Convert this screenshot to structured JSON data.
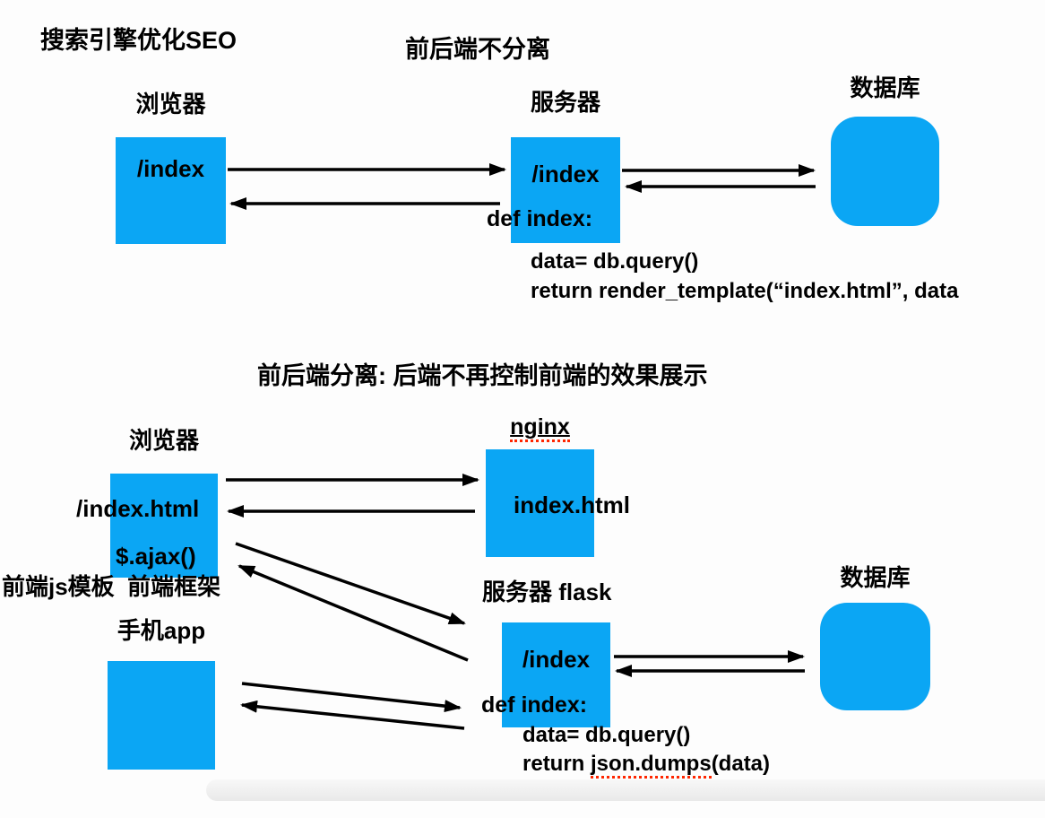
{
  "colors": {
    "box_blue": "#0ba6f4",
    "spellcheck_red": "#ff2600"
  },
  "section1": {
    "seo_heading": "搜索引擎优化SEO",
    "title": "前后端不分离",
    "browser": {
      "label": "浏览器",
      "path": "/index"
    },
    "server": {
      "label": "服务器",
      "path": "/index",
      "code": [
        "def index:",
        "data= db.query()",
        "return render_template(“index.html”, data"
      ]
    },
    "database": {
      "label": "数据库"
    }
  },
  "section2": {
    "title": "前后端分离: 后端不再控制前端的效果展示",
    "nginx": {
      "label": "nginx",
      "file": "index.html"
    },
    "browser": {
      "label": "浏览器",
      "path": "/index.html",
      "ajax": "$.ajax()"
    },
    "frontend_note": "前端js模板  前端框架",
    "mobile": {
      "label": "手机app"
    },
    "flask": {
      "label": "服务器 flask",
      "path": "/index",
      "code_def": "def index:",
      "code_query": "data= db.query()",
      "code_return": {
        "pre": "return ",
        "mark": "json.dumps",
        "post": "(data)"
      }
    },
    "database": {
      "label": "数据库"
    }
  }
}
